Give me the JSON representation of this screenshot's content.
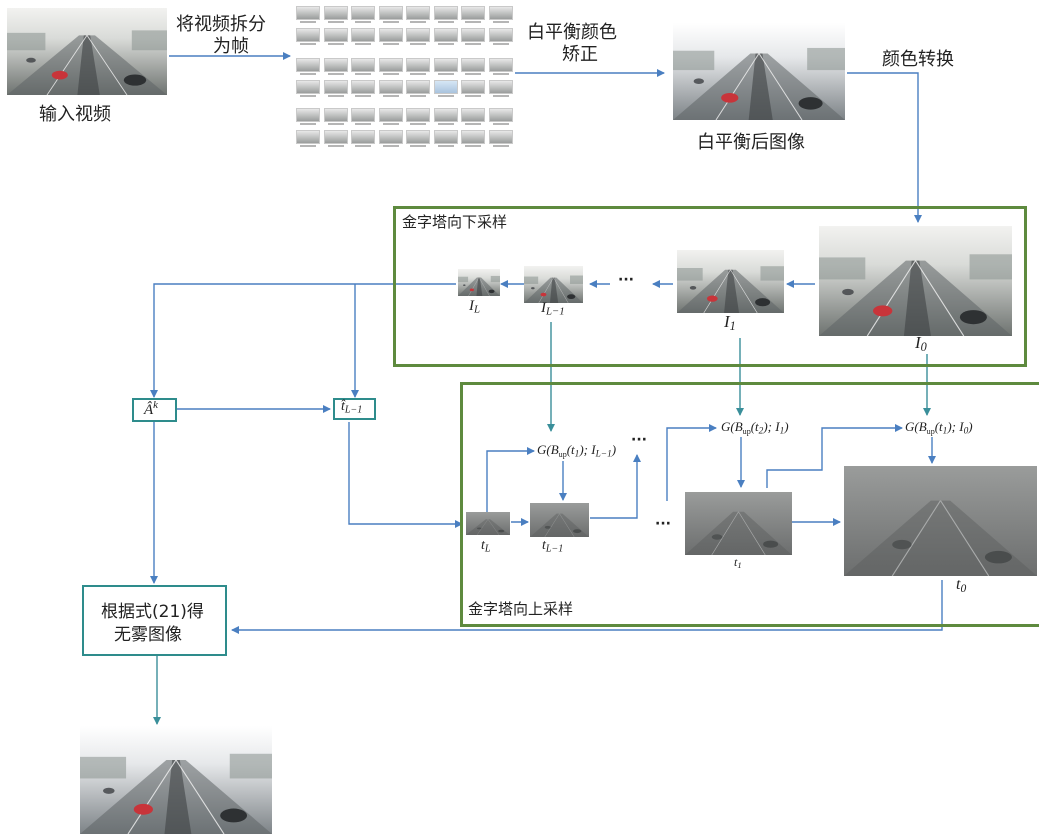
{
  "labels": {
    "input_video": "输入视频",
    "split_frames_line1": "将视频拆分",
    "split_frames_line2": "为帧",
    "wb_correct_line1": "白平衡颜色",
    "wb_correct_line2": "矫正",
    "wb_image": "白平衡后图像",
    "color_convert": "颜色转换",
    "pyramid_down": "金字塔向下采样",
    "pyramid_up": "金字塔向上采样",
    "formula_line1": "根据式(21)得",
    "formula_line2": "无雾图像",
    "ellipsis": "···"
  },
  "math": {
    "I_L_base": "I",
    "I_L_sub": "L",
    "I_L1_base": "I",
    "I_L1_sub": "L−1",
    "I_1_base": "I",
    "I_1_sub": "1",
    "I_0_base": "I",
    "I_0_sub": "0",
    "t_L_base": "t",
    "t_L_sub": "L",
    "t_L1_base": "t",
    "t_L1_sub": "L−1",
    "t_1_base": "t",
    "t_1_sub": "1",
    "t_0_base": "t",
    "t_0_sub": "0",
    "A_base": "Â",
    "A_sup": "k",
    "t_hat_base": "t̂",
    "t_hat_sub": "L−1",
    "g1": "G(B",
    "g1_up": "up",
    "g1_rest": "(t",
    "g1_t": "1",
    "g1_end": "); I",
    "g1_I": "L−1",
    "g1_close": ")",
    "g2": "G(B",
    "g2_up": "up",
    "g2_rest": "(t",
    "g2_t": "2",
    "g2_end": "); I",
    "g2_I": "1",
    "g2_close": ")",
    "g3": "G(B",
    "g3_up": "up",
    "g3_rest": "(t",
    "g3_t": "1",
    "g3_end": "); I",
    "g3_I": "0",
    "g3_close": ")"
  },
  "colors": {
    "arrow": "#4a7fc1",
    "teal_arrow": "#3a8f9a",
    "group_border": "#5e8a3e",
    "box_border": "#2e8c8c"
  }
}
